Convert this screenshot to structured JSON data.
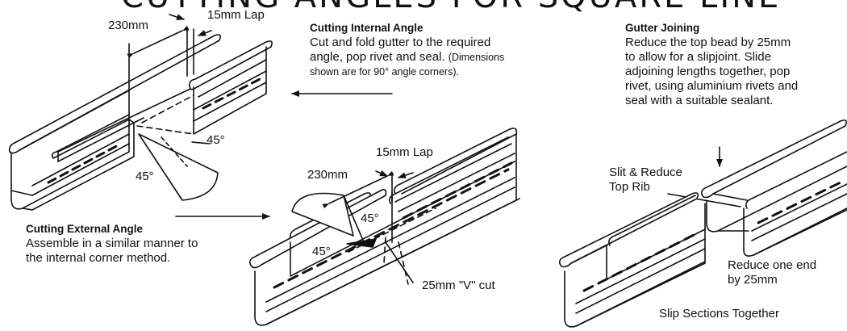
{
  "title": "CUTTING ANGLES FOR SQUARE LINE",
  "internal": {
    "heading": "Cutting Internal Angle",
    "line1": "Cut and fold gutter to the required",
    "line2_main": "angle, pop rivet and seal.",
    "line2_note": "(Dimensions",
    "line3_note": "shown are for 90° angle corners).",
    "dim_230": "230mm",
    "dim_lap": "15mm Lap",
    "angle_a": "45°",
    "angle_b": "45°"
  },
  "external": {
    "heading": "Cutting External Angle",
    "line1": "Assemble in a similar manner to",
    "line2": "the internal corner method.",
    "dim_230": "230mm",
    "dim_lap": "15mm Lap",
    "angle_a": "45°",
    "angle_b": "45°",
    "v_cut": "25mm \"V\" cut"
  },
  "joining": {
    "heading": "Gutter Joining",
    "lines": [
      "Reduce the top bead by 25mm",
      "to allow for a slipjoint. Slide",
      "adjoining lengths together, pop",
      "rivet, using aluminium rivets and",
      "seal with a suitable sealant."
    ],
    "slit_line1": "Slit & Reduce",
    "slit_line2": "Top Rib",
    "reduce_line1": "Reduce one end",
    "reduce_line2": "by 25mm",
    "slip": "Slip Sections Together"
  }
}
